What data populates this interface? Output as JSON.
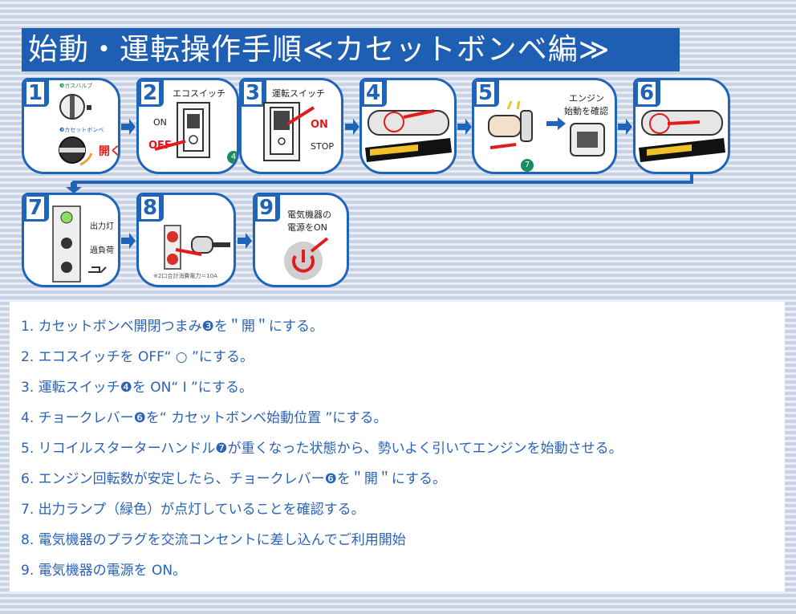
{
  "title": "始動・運転操作手順≪カセットボンベ編≫",
  "steps": {
    "s1": {
      "num": "1",
      "label_gas": "開く",
      "badge_top": "❸ガスバルブ",
      "badge_bottom": "❸カセットボンベ"
    },
    "s2": {
      "num": "2",
      "heading": "エコスイッチ",
      "on": "ON",
      "off": "OFF",
      "badge": "4"
    },
    "s3": {
      "num": "3",
      "heading": "運転スイッチ",
      "on": "ON",
      "stop": "STOP"
    },
    "s4": {
      "num": "4"
    },
    "s5": {
      "num": "5",
      "heading_line1": "エンジン",
      "heading_line2": "始動を確認",
      "badge": "7"
    },
    "s6": {
      "num": "6"
    },
    "s7": {
      "num": "7",
      "lamp1": "出力灯",
      "lamp2": "過負荷"
    },
    "s8": {
      "num": "8",
      "note": "※2口合計消費電力＝10A"
    },
    "s9": {
      "num": "9",
      "heading_line1": "電気機器の",
      "heading_line2": "電源をON"
    }
  },
  "instructions": [
    "1. カセットボンベ開閉つまみ❸を＂開＂にする。",
    "2. エコスイッチを OFF“ ○ ”にする。",
    "3. 運転スイッチ❹を ON“ I ”にする。",
    "4. チョークレバー❻を“ カセットボンベ始動位置 ”にする。",
    "5. リコイルスターターハンドル❼が重くなった状態から、勢いよく引いてエンジンを始動させる。",
    "6. エンジン回転数が安定したら、チョークレバー❻を＂開＂にする。",
    "7. 出力ランプ（緑色）が点灯していることを確認する。",
    "8. 電気機器のプラグを交流コンセントに差し込んでご利用開始",
    "9. 電気機器の電源を ON。"
  ],
  "colors": {
    "primary": "#1e64b8",
    "accent": "#e31b1b",
    "text": "#2a63b5",
    "green": "#1c8c5a"
  }
}
